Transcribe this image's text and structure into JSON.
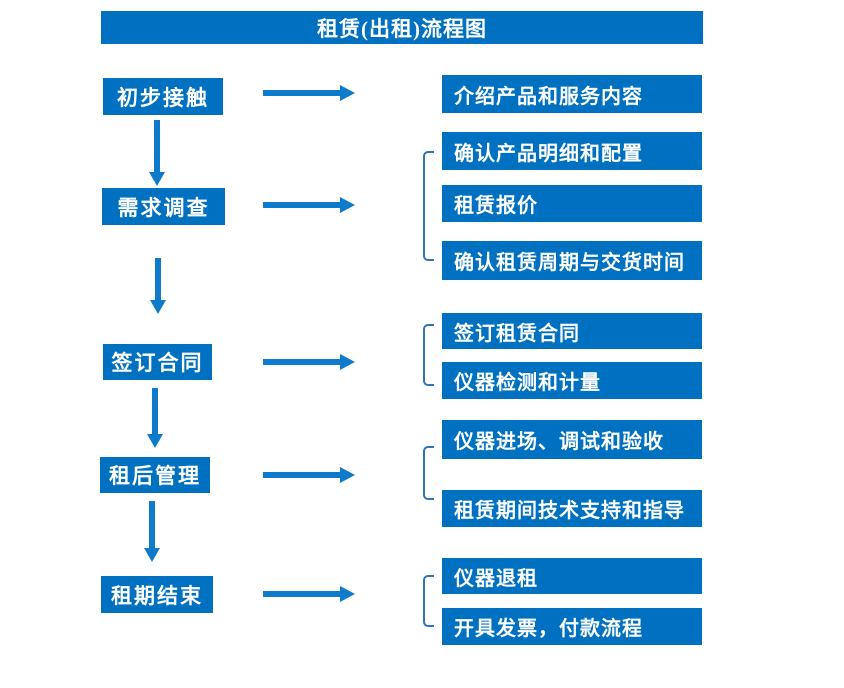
{
  "title": "租赁(出租)流程图",
  "colors": {
    "box_fill": "#0070C0",
    "arrow_fill": "#0E7ACC",
    "bracket_stroke": "#2E75B6",
    "text_color": "#FFFFFF",
    "page_bg": "#FFFFFF"
  },
  "steps": [
    {
      "label": "初步接触",
      "details": [
        "介绍产品和服务内容"
      ]
    },
    {
      "label": "需求调查",
      "details": [
        "确认产品明细和配置",
        "租赁报价",
        "确认租赁周期与交货时间"
      ]
    },
    {
      "label": "签订合同",
      "details": [
        "签订租赁合同",
        "仪器检测和计量"
      ]
    },
    {
      "label": "租后管理",
      "details": [
        "仪器进场、调试和验收",
        "租赁期间技术支持和指导"
      ]
    },
    {
      "label": "租期结束",
      "details": [
        "仪器退租",
        "开具发票，付款流程"
      ]
    }
  ]
}
